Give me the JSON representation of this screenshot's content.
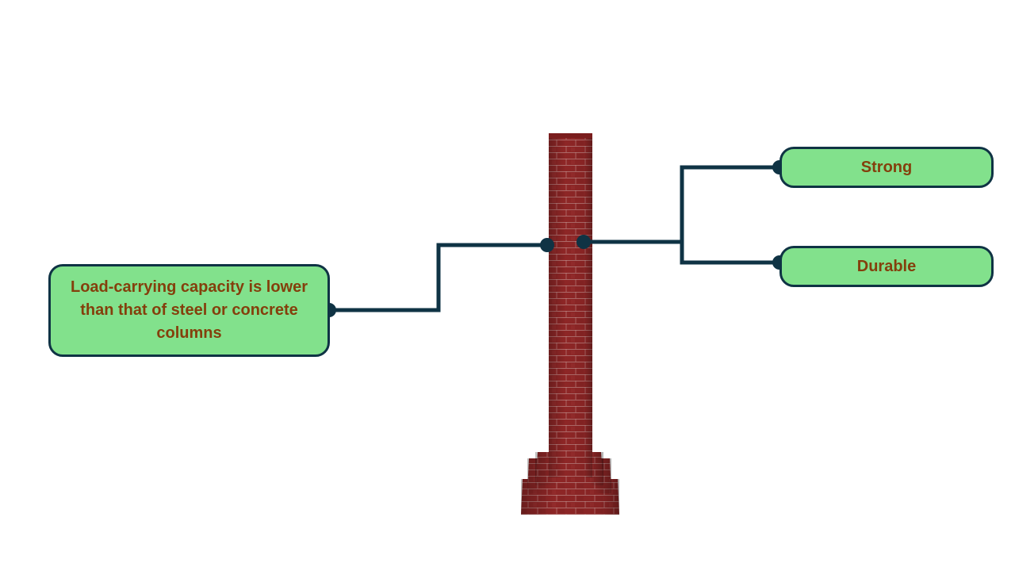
{
  "diagram": {
    "subject": "brick-column",
    "left_labels": [
      {
        "text": "Load-carrying capacity is lower than that of steel or concrete columns"
      }
    ],
    "right_labels": [
      {
        "text": "Strong"
      },
      {
        "text": "Durable"
      }
    ],
    "colors": {
      "box_fill": "#82e18c",
      "box_border": "#0f3344",
      "label_text": "#843f0c",
      "connector": "#0f3344",
      "brick": "#8e2626",
      "mortar": "#c8a2a0"
    }
  }
}
